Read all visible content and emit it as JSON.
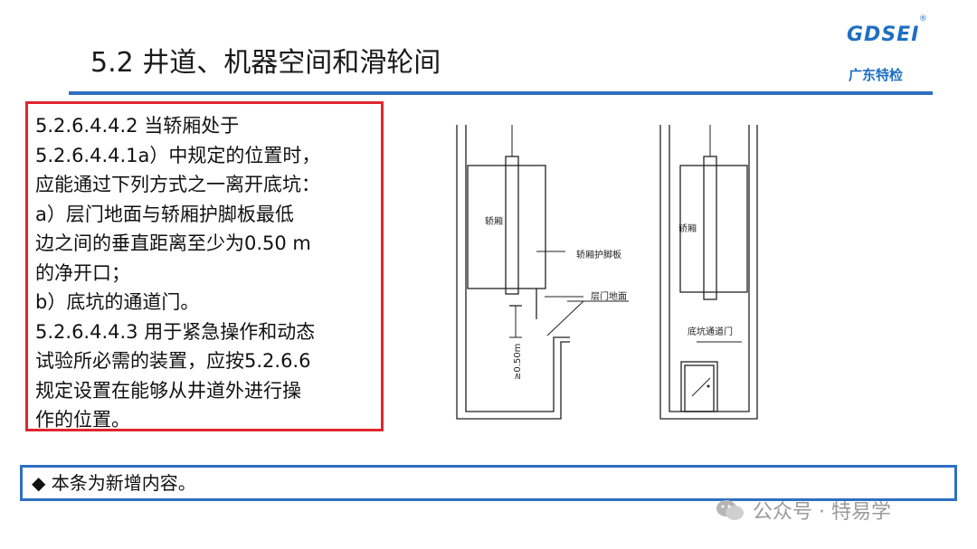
{
  "title": "5.2 井道、机器空间和滑轮间",
  "logo": {
    "mark": "GDSEI",
    "registered": "®",
    "subtitle": "广东特检"
  },
  "rule_lines": [
    "5.2.6.4.4.2 当轿厢处于",
    "5.2.6.4.4.1a）中规定的位置时，",
    "应能通过下列方式之一离开底坑：",
    " a）层门地面与轿厢护脚板最低",
    "边之间的垂直距离至少为0.50 m",
    "的净开口；",
    "b）底坑的通道门。",
    " 5.2.6.4.4.3 用于紧急操作和动态",
    "试验所必需的装置，应按5.2.6.6",
    "规定设置在能够从井道外进行操",
    "作的位置。"
  ],
  "diagram": {
    "left_car_label": "轿厢",
    "toe_guard_label": "轿厢护脚板",
    "landing_floor_label": "层门地面",
    "dimension_label": "≥0.50m",
    "right_car_label": "轿厢",
    "pit_door_label": "底坑通道门"
  },
  "note": "◆ 本条为新增内容。",
  "watermark": "公众号 · 特易学",
  "colors": {
    "accent_blue": "#2e6fc0",
    "rule_red": "#e0262f"
  }
}
